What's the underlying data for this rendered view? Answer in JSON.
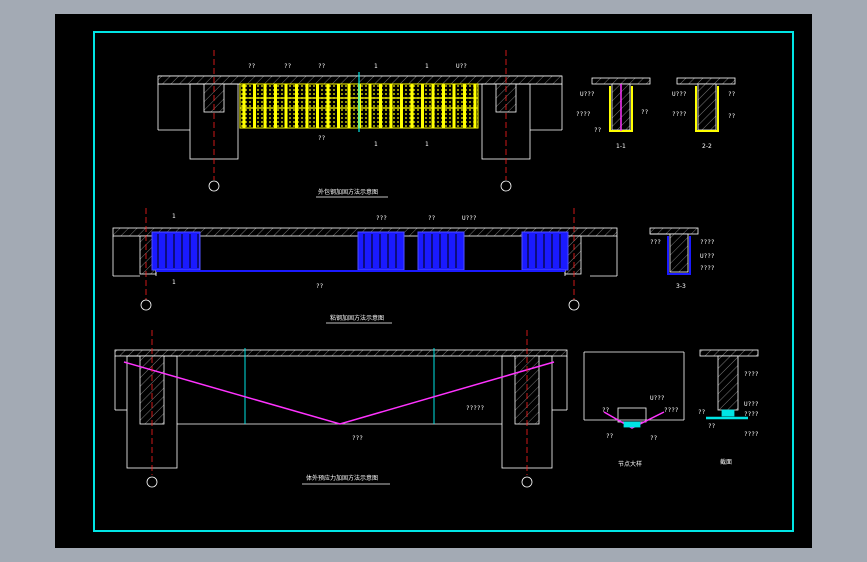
{
  "colors": {
    "background": "#a3aab4",
    "sheet": "#000000",
    "frame": "#00e5e5",
    "lines": "#ffffff",
    "steel_plate": "#ffff00",
    "carbon_fiber": "#1a1aff",
    "prestress_cable": "#ff33ff",
    "axis": "#ff2020",
    "hatch": "#808080"
  },
  "icons": {
    "axis_bubble": "circle",
    "section_mark": "tick"
  },
  "views": {
    "top": {
      "caption": "外包钢加固方法示意图",
      "labels": [
        "??",
        "??",
        "??",
        "U??",
        "??",
        "1",
        "1",
        "1",
        "1"
      ]
    },
    "top_sections": {
      "s1": {
        "caption": "1-1",
        "labels": [
          "U???",
          "??",
          "????",
          "??"
        ]
      },
      "s2": {
        "caption": "2-2",
        "labels": [
          "U???",
          "??",
          "????",
          "??"
        ]
      }
    },
    "middle": {
      "caption": "粘钢加固方法示意图",
      "labels": [
        "???",
        "??",
        "U???",
        "??",
        "1",
        "1"
      ]
    },
    "middle_section": {
      "caption": "3-3",
      "labels": [
        "???",
        "????",
        "U???",
        "????"
      ]
    },
    "bottom": {
      "caption": "体外预应力加固方法示意图",
      "labels": [
        "?????",
        "???"
      ]
    },
    "bottom_details": {
      "d1": {
        "caption": "节点大样",
        "labels": [
          "U???",
          "????",
          "??",
          "??",
          "??"
        ]
      },
      "d2": {
        "caption": "截面",
        "labels": [
          "U???",
          "????",
          "??",
          "????",
          "??",
          "????"
        ]
      }
    }
  }
}
